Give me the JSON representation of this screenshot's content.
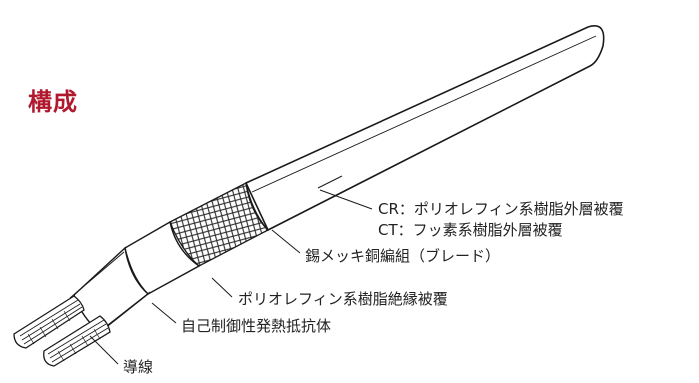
{
  "title": "構成",
  "labels": {
    "outer_jacket_cr": "CR：ポリオレフィン系樹脂外層被覆",
    "outer_jacket_ct": "CT：フッ素系樹脂外層被覆",
    "braid": "錫メッキ銅編組（ブレード）",
    "insulation": "ポリオレフィン系樹脂絶縁被覆",
    "heating_element": "自己制御性発熱抵抗体",
    "conductor": "導線"
  },
  "colors": {
    "title": "#b0182e",
    "stroke": "#1a1a1a",
    "braid": "#2a2a2a"
  }
}
